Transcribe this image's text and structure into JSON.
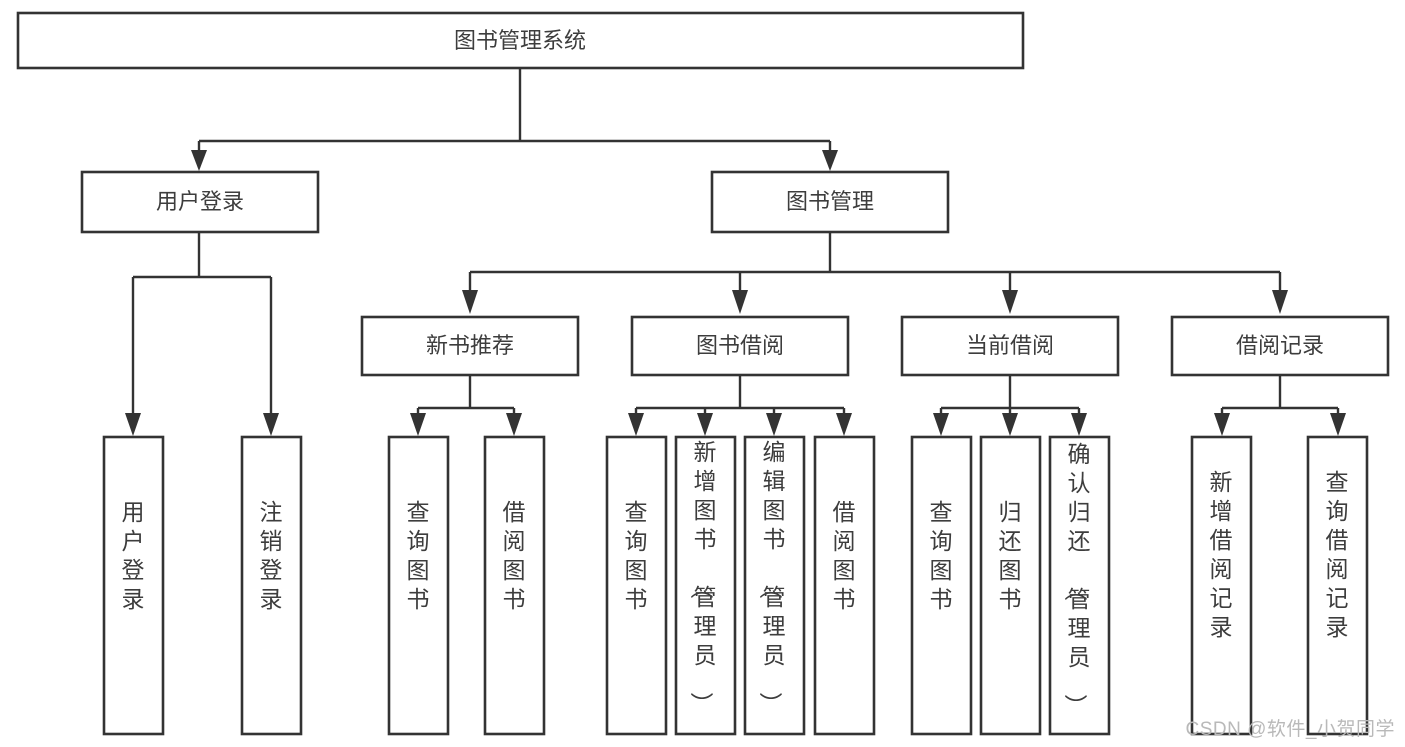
{
  "diagram": {
    "title": "图书管理系统",
    "type": "hierarchy-tree",
    "watermark": "CSDN @软件_小贺同学",
    "colors": {
      "box_fill": "#ffffff",
      "box_stroke": "#333333",
      "text": "#3d3d3d",
      "link": "#333333",
      "watermark": "#b9b9b9",
      "background": "#ffffff"
    },
    "root": {
      "label": "图书管理系统"
    },
    "level2": [
      {
        "label": "用户登录"
      },
      {
        "label": "图书管理"
      }
    ],
    "level3": [
      {
        "label": "新书推荐"
      },
      {
        "label": "图书借阅"
      },
      {
        "label": "当前借阅"
      },
      {
        "label": "借阅记录"
      }
    ],
    "leaves": {
      "user_login": [
        {
          "label": "用户登录"
        },
        {
          "label": "注销登录"
        }
      ],
      "new_book_recommend": [
        {
          "label": "查询图书"
        },
        {
          "label": "借阅图书"
        }
      ],
      "book_borrow": [
        {
          "label": "查询图书"
        },
        {
          "label": "新增图书（管理员）"
        },
        {
          "label": "编辑图书（管理员）"
        },
        {
          "label": "借阅图书"
        }
      ],
      "current_borrow": [
        {
          "label": "查询图书"
        },
        {
          "label": "归还图书"
        },
        {
          "label": "确认归还（管理员）"
        }
      ],
      "borrow_record": [
        {
          "label": "新增借阅记录"
        },
        {
          "label": "查询借阅记录"
        }
      ]
    }
  }
}
